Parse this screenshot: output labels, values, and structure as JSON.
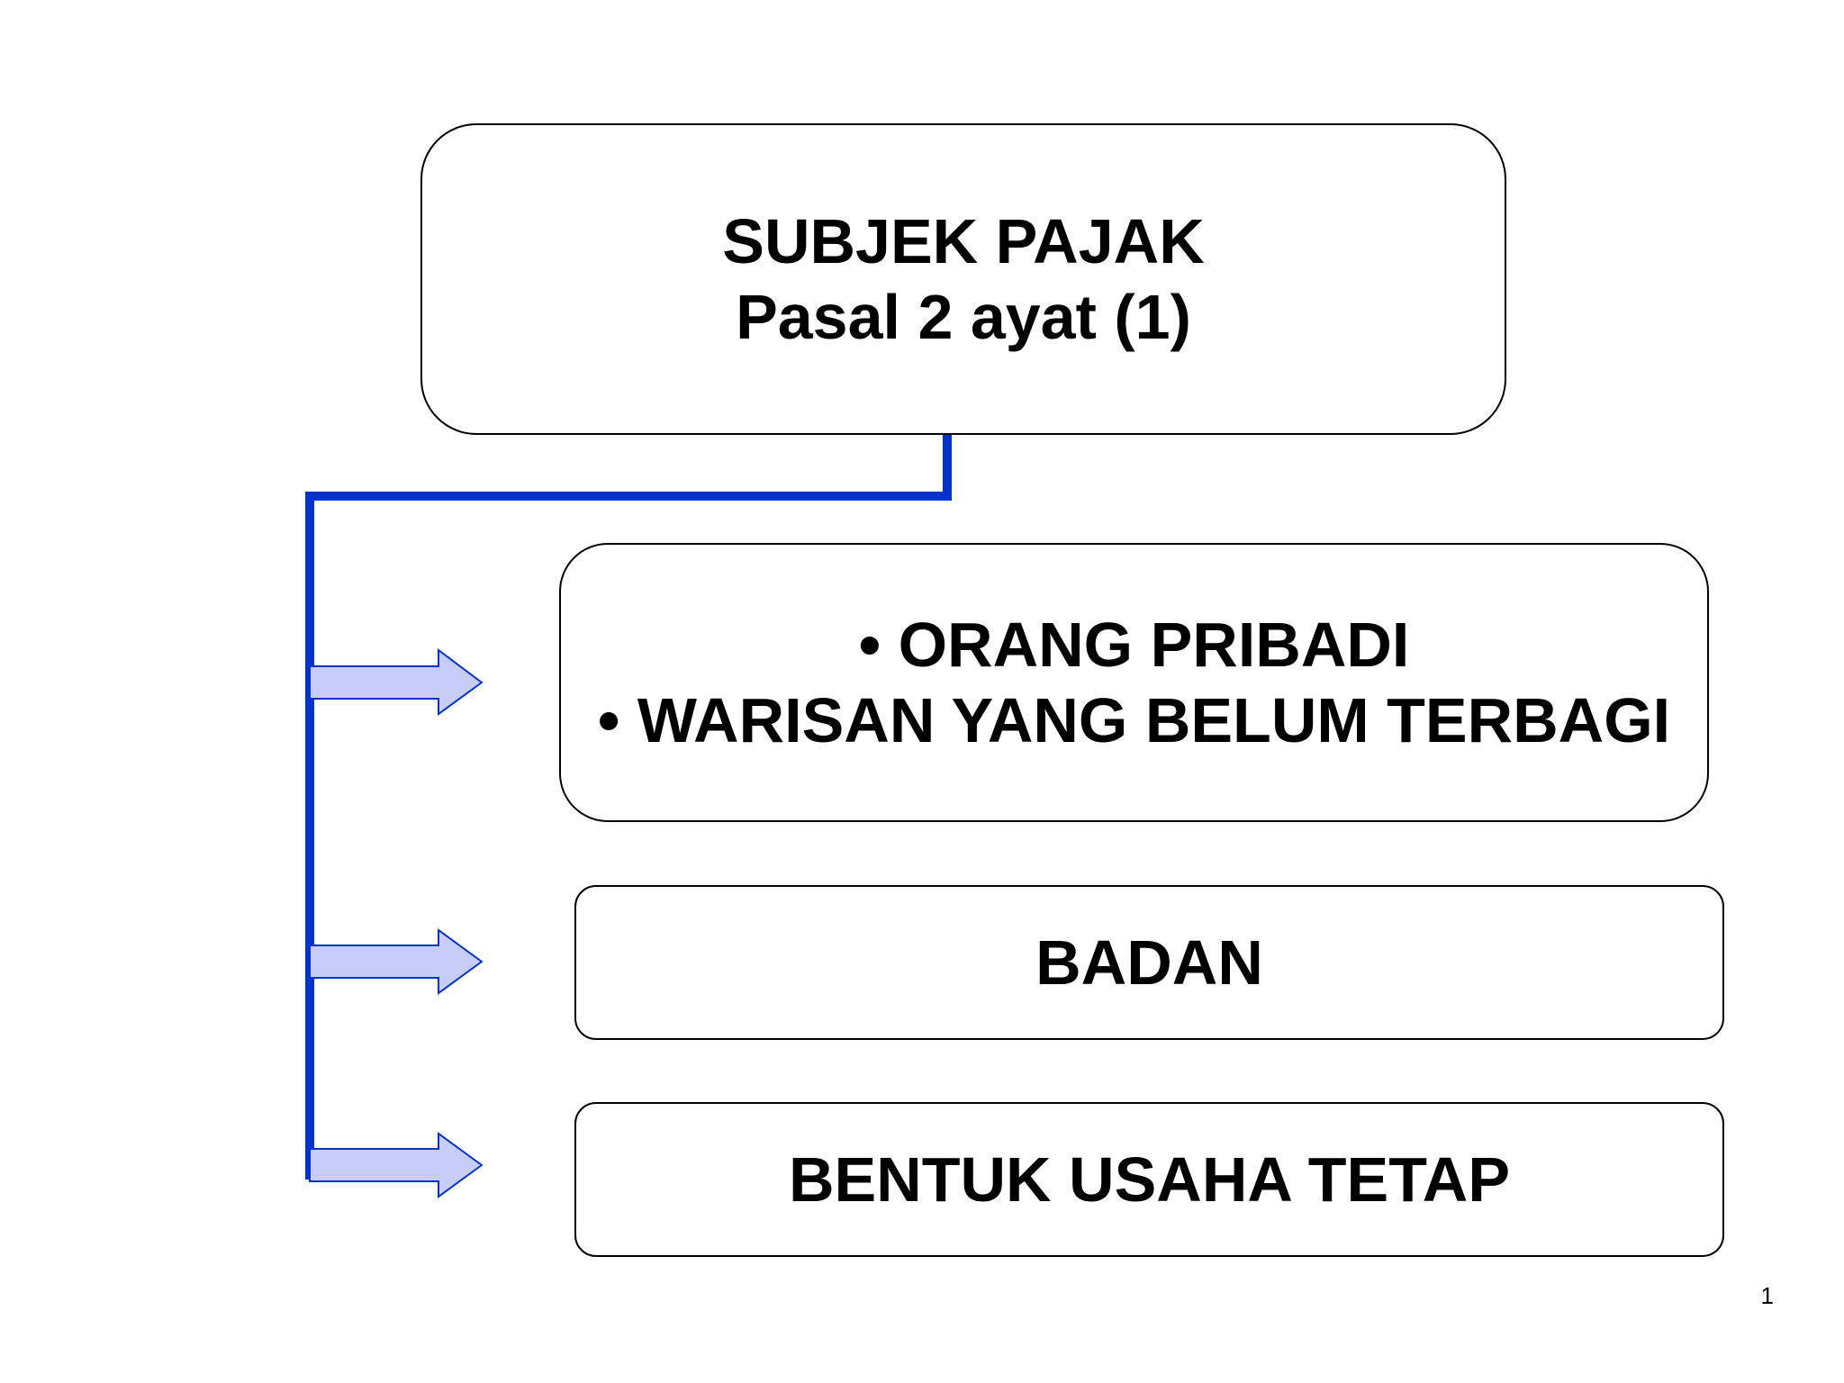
{
  "diagram": {
    "root": {
      "lines": [
        "SUBJEK PAJAK",
        "Pasal 2 ayat (1)"
      ]
    },
    "children": [
      {
        "lines": [
          "• ORANG PRIBADI",
          "• WARISAN YANG BELUM TERBAGI"
        ]
      },
      {
        "lines": [
          "BADAN"
        ]
      },
      {
        "lines": [
          "BENTUK USAHA TETAP"
        ]
      }
    ],
    "colors": {
      "connector": "#0033cc",
      "arrow_fill": "#c8ccf8",
      "arrow_stroke": "#0033cc",
      "box_border": "#000000"
    }
  },
  "page_number": "1"
}
